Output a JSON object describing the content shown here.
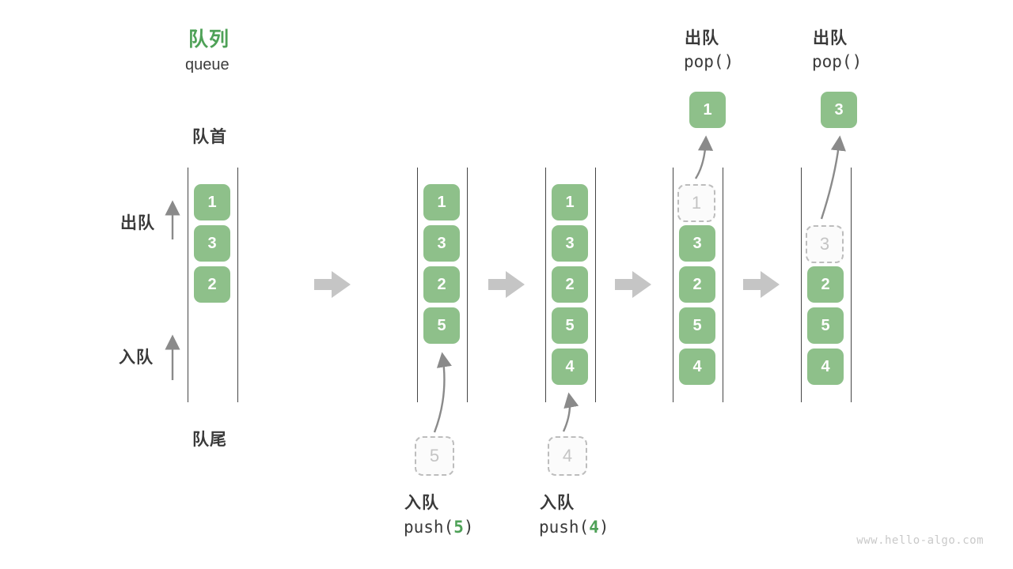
{
  "title": {
    "heading": "队列",
    "subtitle": "queue"
  },
  "side_labels": {
    "front": "队首",
    "rear": "队尾",
    "dequeue": "出队",
    "enqueue": "入队"
  },
  "columns": [
    {
      "cells": [
        {
          "value": "1"
        },
        {
          "value": "3"
        },
        {
          "value": "2"
        }
      ]
    },
    {
      "cells": [
        {
          "value": "1"
        },
        {
          "value": "3"
        },
        {
          "value": "2"
        },
        {
          "value": "5"
        }
      ],
      "staging_value": "5",
      "caption": {
        "action": "入队",
        "code_open": "push(",
        "code_value": "5",
        "code_close": ")"
      }
    },
    {
      "cells": [
        {
          "value": "1"
        },
        {
          "value": "3"
        },
        {
          "value": "2"
        },
        {
          "value": "5"
        },
        {
          "value": "4"
        }
      ],
      "staging_value": "4",
      "caption": {
        "action": "入队",
        "code_open": "push(",
        "code_value": "4",
        "code_close": ")"
      }
    },
    {
      "cells": [
        {
          "value": "1",
          "dashed": true
        },
        {
          "value": "3"
        },
        {
          "value": "2"
        },
        {
          "value": "5"
        },
        {
          "value": "4"
        }
      ],
      "popped_value": "1",
      "caption": {
        "action": "出队",
        "code": "pop()"
      }
    },
    {
      "cells": [
        {
          "value": "3",
          "dashed": true
        },
        {
          "value": "2"
        },
        {
          "value": "5"
        },
        {
          "value": "4"
        }
      ],
      "popped_value": "3",
      "caption": {
        "action": "出队",
        "code": "pop()"
      }
    }
  ],
  "colors": {
    "cell_green": "#8ec08a",
    "accent_green": "#4ea157",
    "container_line": "#454545",
    "arrow_gray": "#8a8a8a",
    "block_arrow_gray": "#c5c5c5",
    "dashed_border": "#bdbdbd",
    "dashed_text": "#c4c4c4",
    "label_dark": "#3a3a3a",
    "watermark_gray": "#c9c9c9"
  },
  "watermark": "www.hello-algo.com"
}
